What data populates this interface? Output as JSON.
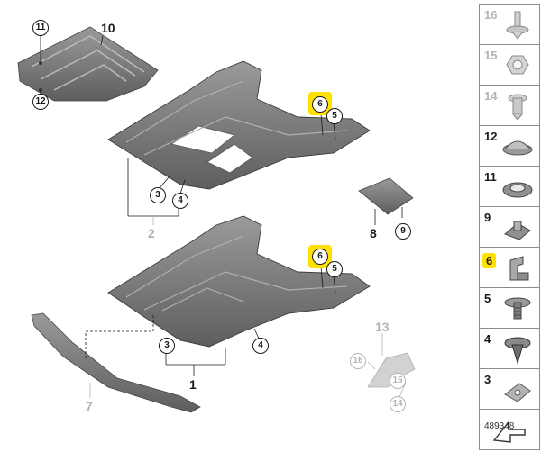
{
  "diagram": {
    "doc_number": "489348",
    "callouts": {
      "p10": "10",
      "p11": "11",
      "p12": "12",
      "p6_top": "6",
      "p5_top": "5",
      "p3_top": "3",
      "p4_top": "4",
      "p2": "2",
      "p8": "8",
      "p9": "9",
      "p6_bot": "6",
      "p5_bot": "5",
      "p3_bot": "3",
      "p4_bot": "4",
      "p1": "1",
      "p7": "7",
      "p13": "13",
      "p16": "16",
      "p15": "15",
      "p14": "14"
    },
    "parts_list": [
      {
        "num": "16",
        "icon": "push-rivet-icon"
      },
      {
        "num": "15",
        "icon": "hex-nut-icon"
      },
      {
        "num": "14",
        "icon": "expanding-rivet-icon"
      },
      {
        "num": "12",
        "icon": "dome-cap-icon"
      },
      {
        "num": "11",
        "icon": "grommet-icon"
      },
      {
        "num": "9",
        "icon": "clip-nut-icon"
      },
      {
        "num": "6",
        "icon": "bracket-clip-icon"
      },
      {
        "num": "5",
        "icon": "flanged-screw-icon"
      },
      {
        "num": "4",
        "icon": "plastic-rivet-icon"
      },
      {
        "num": "3",
        "icon": "spring-nut-icon"
      },
      {
        "num": "",
        "icon": "direction-arrow-icon"
      }
    ],
    "colors": {
      "part_fill": "#7d7d7d",
      "part_dark": "#5a5a5a",
      "highlight": "#ffe000",
      "ghost": "#b4b4b4"
    }
  }
}
